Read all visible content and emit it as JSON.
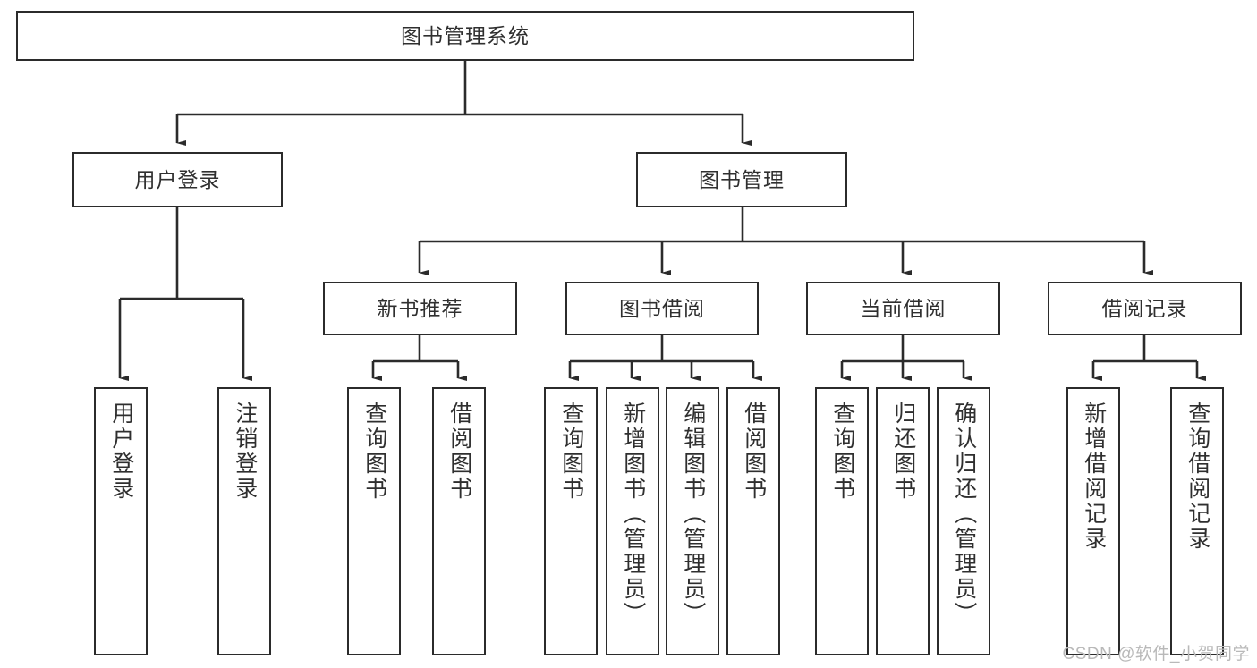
{
  "diagram": {
    "title": "图书管理系统",
    "type": "tree-hierarchy",
    "root": {
      "id": "root",
      "label": "图书管理系统"
    },
    "level2": [
      {
        "id": "user-login",
        "label": "用户登录"
      },
      {
        "id": "book-manage",
        "label": "图书管理"
      }
    ],
    "level3": [
      {
        "id": "new-book-rec",
        "label": "新书推荐"
      },
      {
        "id": "book-borrow",
        "label": "图书借阅"
      },
      {
        "id": "current-borrow",
        "label": "当前借阅"
      },
      {
        "id": "borrow-record",
        "label": "借阅记录"
      }
    ],
    "leaves": {
      "user_login": [
        {
          "id": "leaf-user-login",
          "label": "用户登录"
        },
        {
          "id": "leaf-logout",
          "label": "注销登录"
        }
      ],
      "new_book_rec": [
        {
          "id": "leaf-query-book-1",
          "label": "查询图书"
        },
        {
          "id": "leaf-borrow-book-1",
          "label": "借阅图书"
        }
      ],
      "book_borrow": [
        {
          "id": "leaf-query-book-2",
          "label": "查询图书"
        },
        {
          "id": "leaf-add-book",
          "label": "新增图书（管理员）"
        },
        {
          "id": "leaf-edit-book",
          "label": "编辑图书（管理员）"
        },
        {
          "id": "leaf-borrow-book-2",
          "label": "借阅图书"
        }
      ],
      "current_borrow": [
        {
          "id": "leaf-query-book-3",
          "label": "查询图书"
        },
        {
          "id": "leaf-return-book",
          "label": "归还图书"
        },
        {
          "id": "leaf-confirm-return",
          "label": "确认归还（管理员）"
        }
      ],
      "borrow_record": [
        {
          "id": "leaf-add-record",
          "label": "新增借阅记录"
        },
        {
          "id": "leaf-query-record",
          "label": "查询借阅记录"
        }
      ]
    }
  },
  "watermark": {
    "text": "CSDN @软件_小贺同学"
  },
  "colors": {
    "stroke": "#2b2b2b",
    "text": "#2f2f2f",
    "background": "#ffffff",
    "watermark": "#b9b9b9"
  }
}
